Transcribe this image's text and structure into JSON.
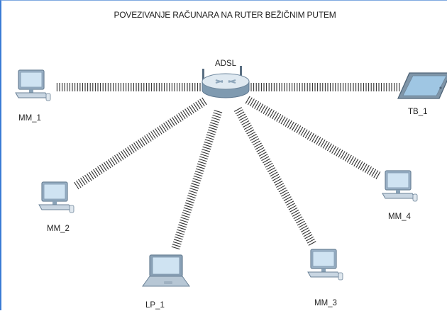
{
  "title": "POVEZIVANJE RAČUNARA NA RUTER BEŽIČNIM PUTEM",
  "colors": {
    "link": "#303030",
    "screen": "#cfe3f2",
    "device_body": "#9ab1c6",
    "device_edge": "#6b8297",
    "router_top": "#dfe9f1",
    "router_side": "#7f9ab0",
    "tablet_screen": "#9fc6e3",
    "frame": "#3a7bd5"
  },
  "nodes": [
    {
      "id": "router",
      "label": "ADSL",
      "icon": "router-icon"
    },
    {
      "id": "mm1",
      "label": "MM_1",
      "icon": "desktop-pc-icon"
    },
    {
      "id": "tb1",
      "label": "TB_1",
      "icon": "tablet-icon"
    },
    {
      "id": "mm2",
      "label": "MM_2",
      "icon": "desktop-pc-icon"
    },
    {
      "id": "lp1",
      "label": "LP_1",
      "icon": "laptop-icon"
    },
    {
      "id": "mm3",
      "label": "MM_3",
      "icon": "desktop-pc-icon"
    },
    {
      "id": "mm4",
      "label": "MM_4",
      "icon": "desktop-pc-icon"
    }
  ],
  "links": [
    {
      "from": "router",
      "to": "mm1",
      "type": "wireless"
    },
    {
      "from": "router",
      "to": "tb1",
      "type": "wireless"
    },
    {
      "from": "router",
      "to": "mm2",
      "type": "wireless"
    },
    {
      "from": "router",
      "to": "lp1",
      "type": "wireless"
    },
    {
      "from": "router",
      "to": "mm3",
      "type": "wireless"
    },
    {
      "from": "router",
      "to": "mm4",
      "type": "wireless"
    }
  ]
}
